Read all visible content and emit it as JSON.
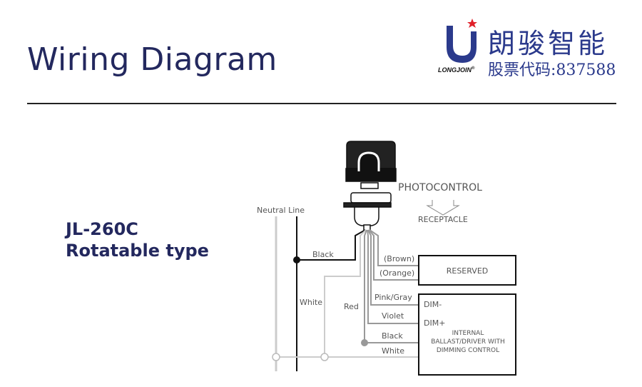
{
  "header": {
    "title": "Wiring Diagram",
    "brand_cn": "朗骏智能",
    "brand_stock": "股票代码:837588",
    "brand_en": "LONGJOIN",
    "registered": "®"
  },
  "product": {
    "model": "JL-260C",
    "type": "Rotatable type"
  },
  "diagram": {
    "photocontrol": "PHOTOCONTROL",
    "receptacle": "RECEPTACLE",
    "neutral_line": "Neutral Line",
    "wires": {
      "black": "Black",
      "white": "White",
      "red": "Red",
      "brown": "(Brown)",
      "orange": "(Orange)",
      "pink_gray": "Pink/Gray",
      "violet": "Violet",
      "black2": "Black",
      "white2": "White"
    },
    "reserved": "RESERVED",
    "dim_minus": "DIM-",
    "dim_plus": "DIM+",
    "driver": [
      "INTERNAL",
      "BALLAST/DRIVER WITH",
      "DIMMING CONTROL"
    ]
  },
  "colors": {
    "navy": "#23285e",
    "brand_blue": "#2b3a8c",
    "star": "#e0202a"
  }
}
